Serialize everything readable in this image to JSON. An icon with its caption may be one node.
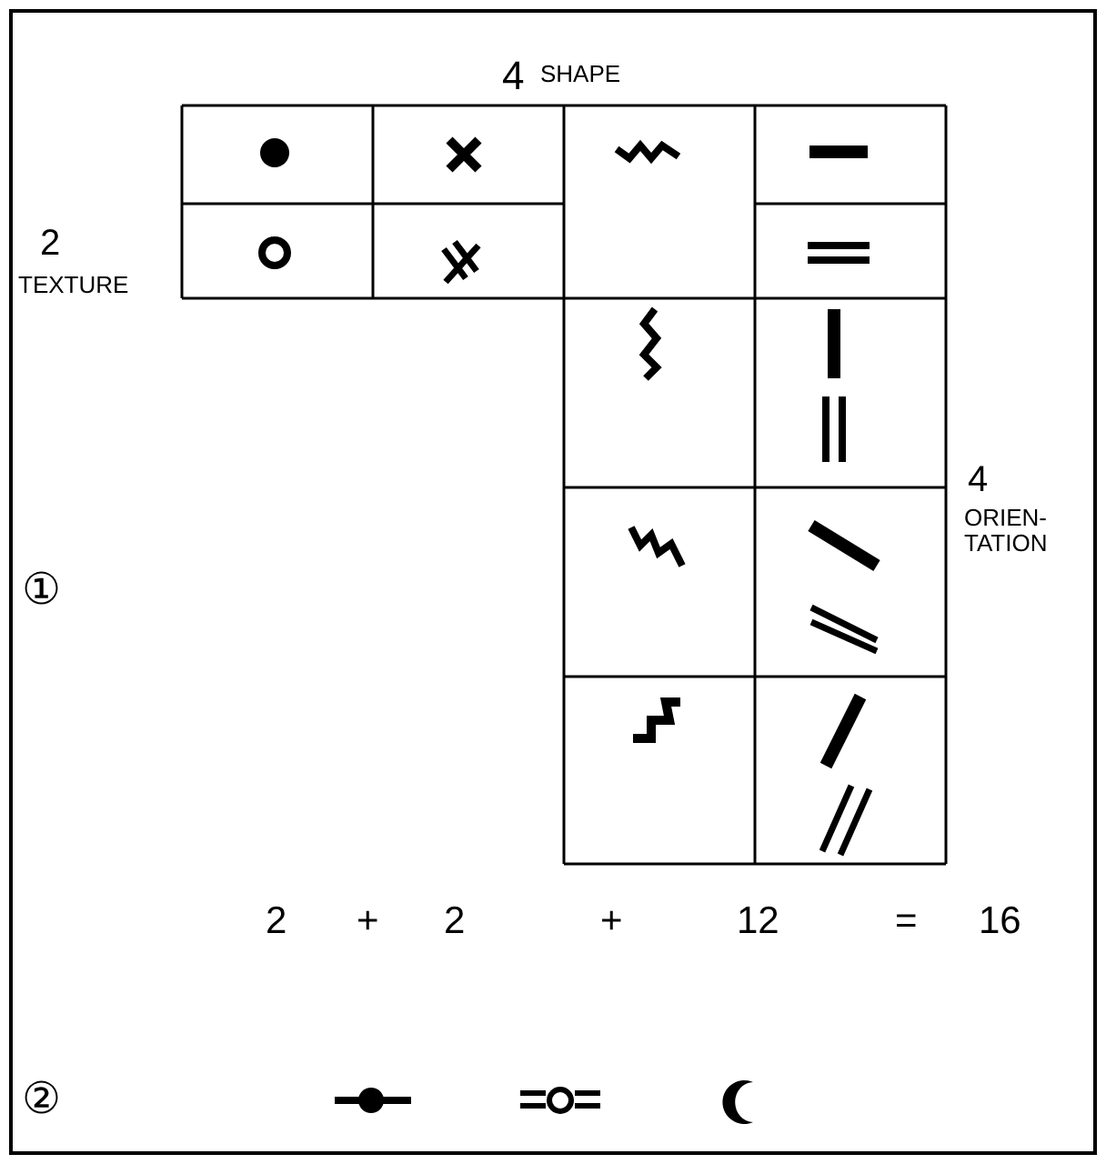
{
  "diagram": {
    "labels": [
      "4",
      "SHAPE",
      "2",
      "TEXTURE",
      "4",
      "ORIEN-TATION",
      "①",
      "2",
      "+",
      "2",
      "+",
      "12",
      "=",
      "16",
      "②"
    ]
  }
}
